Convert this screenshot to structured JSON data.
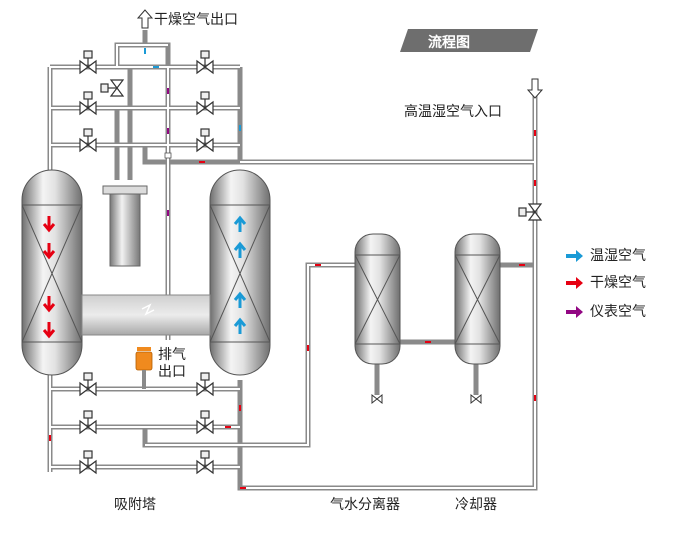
{
  "title": "流程图",
  "labels": {
    "dry_air_outlet": "干燥空气出口",
    "humid_air_inlet": "高温湿空气入口",
    "exhaust_line1": "排气",
    "exhaust_line2": "出口",
    "adsorption_tower": "吸附塔",
    "separator": "气水分离器",
    "cooler": "冷却器"
  },
  "legend": [
    {
      "label": "温湿空气",
      "color": "#1a9ad6"
    },
    {
      "label": "干燥空气",
      "color": "#e60012"
    },
    {
      "label": "仪表空气",
      "color": "#920783"
    }
  ],
  "colors": {
    "pipe": "#8a8a8a",
    "vessel_light": "#f2f2f2",
    "vessel_dark": "#7d7d7d",
    "exhaust": "#f08a1e",
    "banner": "#6e6e6e"
  },
  "icons": {
    "outlet_arrow": "arrow-up-outline-icon",
    "inlet_arrow": "arrow-down-outline-icon",
    "valve": "gate-valve-icon",
    "lightning": "lightning-icon"
  }
}
